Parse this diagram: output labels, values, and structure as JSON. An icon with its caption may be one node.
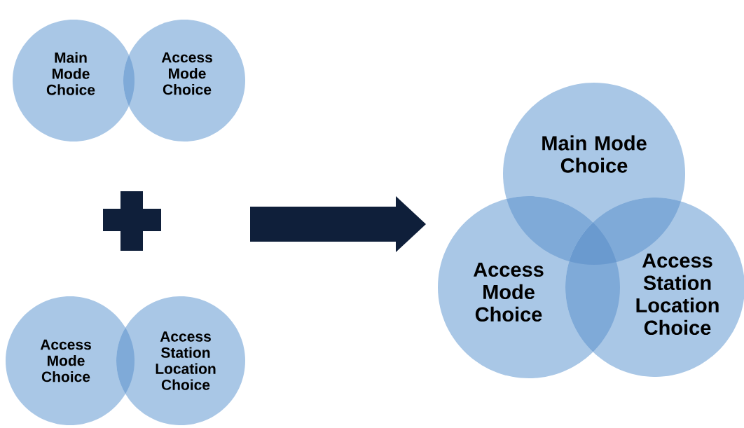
{
  "diagram": {
    "nodes": [
      {
        "text": [
          "Main Mode Choice"
        ]
      },
      {
        "text": [
          "Access Mode Choice"
        ]
      },
      {
        "text": [
          "Access Mode Choice"
        ]
      },
      {
        "text": [
          "Access Station Location Choice"
        ]
      },
      {
        "text": [
          "Main Mode Choice"
        ]
      },
      {
        "text": [
          "Access Mode Choice"
        ]
      },
      {
        "text": [
          "Access Station Location Choice"
        ]
      }
    ]
  }
}
